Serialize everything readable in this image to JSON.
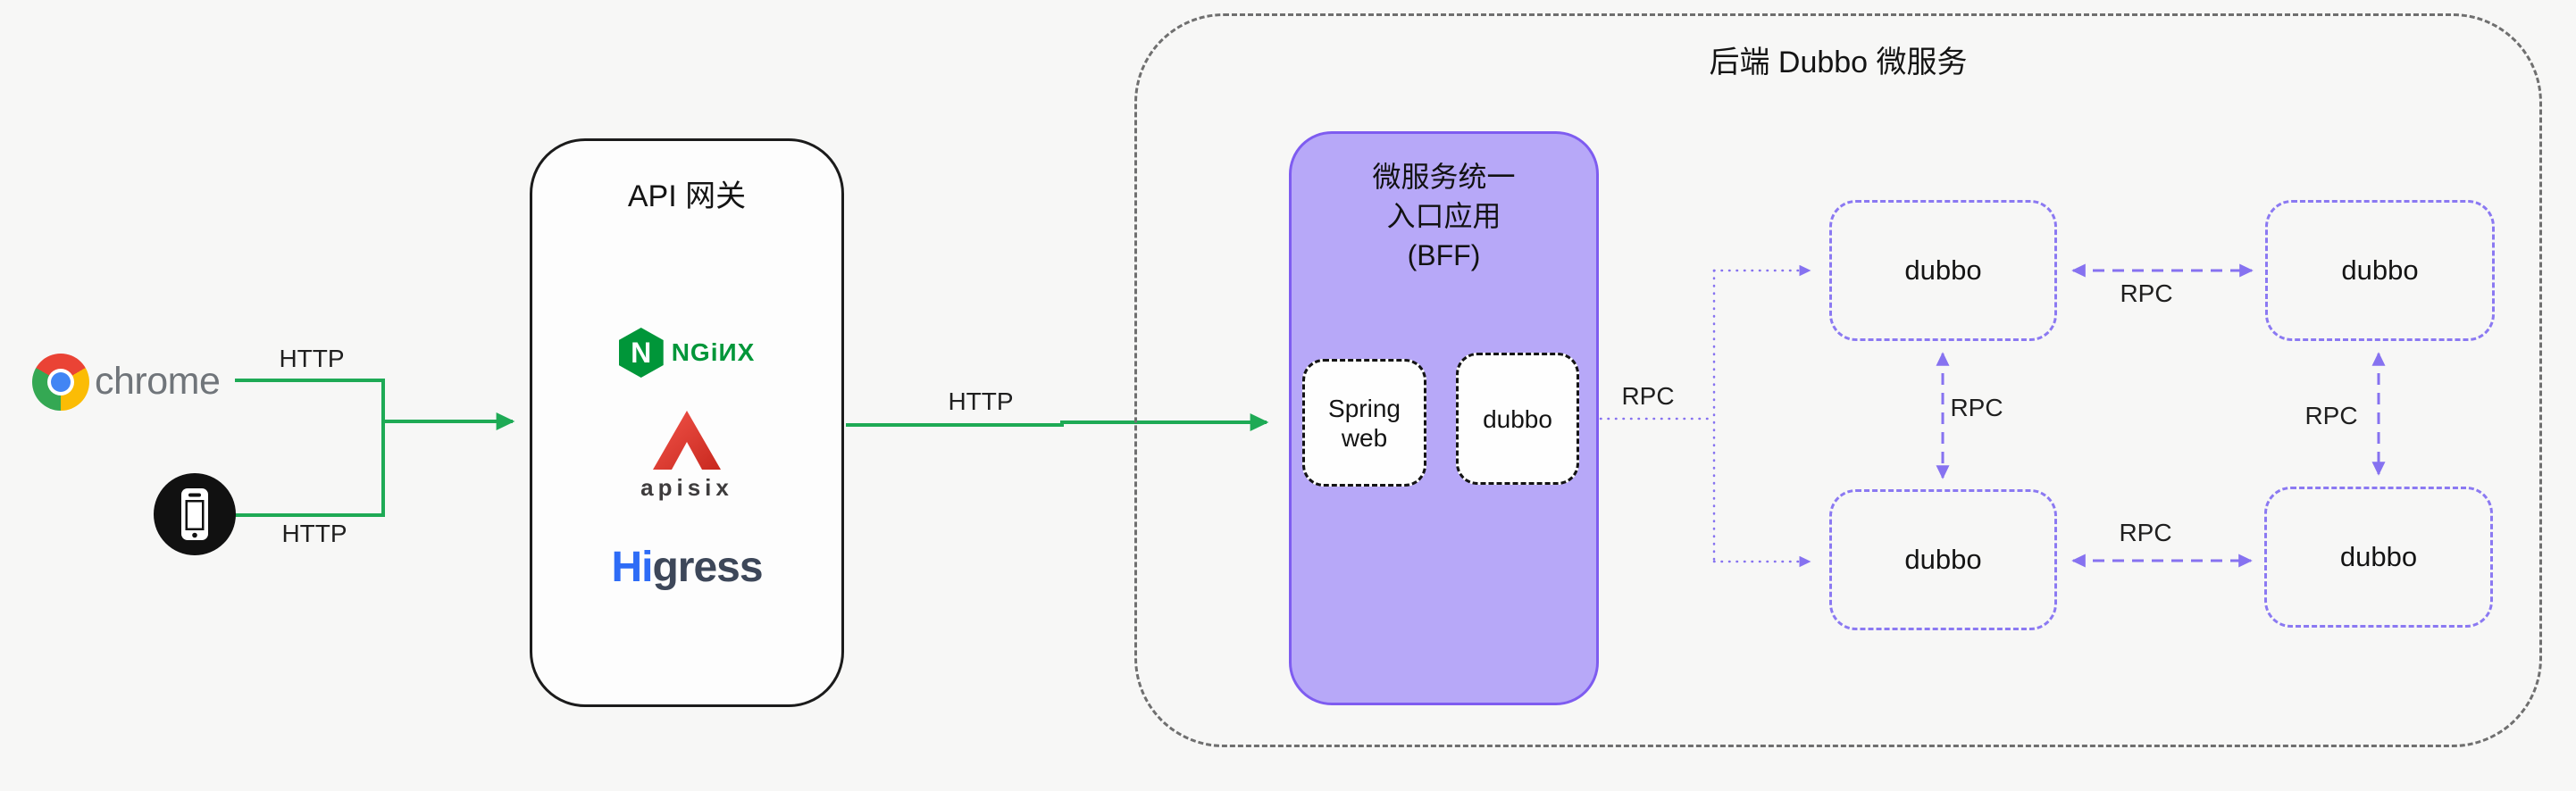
{
  "clients": {
    "chrome_label": "chrome"
  },
  "connections": {
    "http_from_chrome": "HTTP",
    "http_from_mobile": "HTTP",
    "http_to_bff": "HTTP",
    "rpc_from_bff": "RPC",
    "rpc_top_pair": "RPC",
    "rpc_left_pair": "RPC",
    "rpc_right_pair": "RPC",
    "rpc_bottom_pair": "RPC"
  },
  "api_gateway": {
    "title": "API 网关",
    "nginx": {
      "name": "NGINX",
      "display_text": "NGiИX",
      "hex_letter": "N"
    },
    "apisix": {
      "display_text": "apisix"
    },
    "higress": {
      "part1": "Hi",
      "part2": "gress"
    }
  },
  "backend": {
    "title": "后端 Dubbo 微服务",
    "bff": {
      "title_line1": "微服务统一",
      "title_line2": "入口应用",
      "title_line3": "(BFF)",
      "spring_web": "Spring web",
      "dubbo": "dubbo"
    },
    "services": {
      "top_left": "dubbo",
      "top_right": "dubbo",
      "bottom_left": "dubbo",
      "bottom_right": "dubbo"
    }
  },
  "colors": {
    "http_arrow_green": "#1EAA55",
    "rpc_arrow_purple": "#8672F0",
    "bff_fill": "#B7A8F8",
    "bff_border": "#7E5CF0",
    "nginx_green": "#009639",
    "apisix_red": "#E0382E",
    "higress_blue": "#2E6CF6",
    "container_dash_gray": "#6F6F6F"
  }
}
